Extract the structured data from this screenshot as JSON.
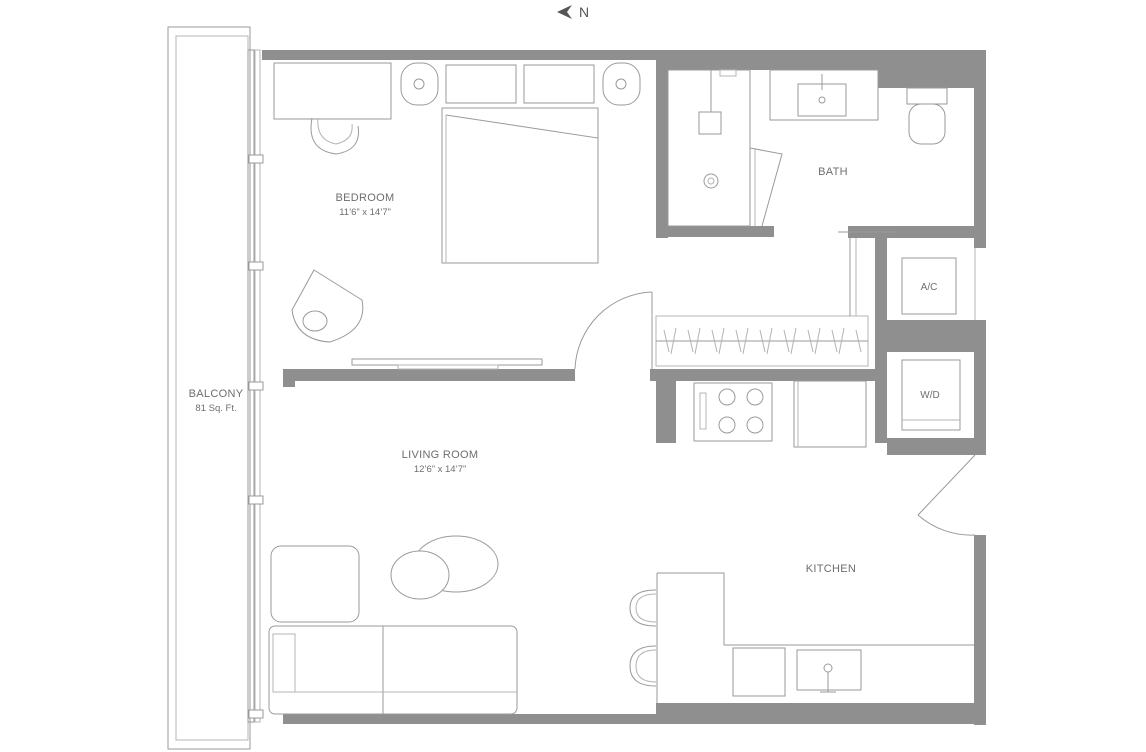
{
  "compass": {
    "label": "N",
    "icon": "north-arrow-icon"
  },
  "rooms": {
    "bedroom": {
      "name": "BEDROOM",
      "dims": "11’6” x 14’7”"
    },
    "bath": {
      "name": "BATH"
    },
    "ac": {
      "name": "A/C"
    },
    "wd": {
      "name": "W/D"
    },
    "living": {
      "name": "LIVING ROOM",
      "dims": "12’6” x 14’7”"
    },
    "kitchen": {
      "name": "KITCHEN"
    },
    "balcony": {
      "name": "BALCONY",
      "area": "81 Sq. Ft."
    }
  },
  "colors": {
    "wall": "#8f8f8f",
    "line": "#9a9a9a",
    "text": "#6e6e6e"
  }
}
